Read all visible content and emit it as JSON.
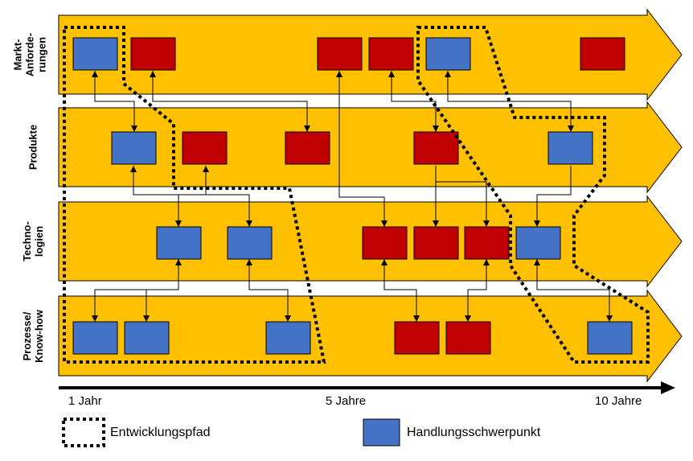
{
  "lanes": [
    {
      "label": "Markt-\nAnforde-\nrungen"
    },
    {
      "label": "Produkte"
    },
    {
      "label": "Techno-\nlogien"
    },
    {
      "label": "Prozesse/\nKnow-how"
    }
  ],
  "timeline": {
    "ticks": [
      "1 Jahr",
      "5 Jahre",
      "10 Jahre"
    ]
  },
  "legend": {
    "path_label": "Entwicklungspfad",
    "focus_label": "Handlungsschwerpunkt"
  },
  "colors": {
    "arrow_fill": "#FFC000",
    "focus_box": "#4472C4",
    "other_box": "#C00000",
    "outline": "#000000"
  },
  "boxes": {
    "lane1": [
      "blue",
      "red",
      "red",
      "red",
      "blue",
      "red"
    ],
    "lane2": [
      "blue",
      "red",
      "red",
      "red",
      "blue"
    ],
    "lane3": [
      "blue",
      "blue",
      "red",
      "red",
      "red",
      "blue"
    ],
    "lane4": [
      "blue",
      "blue",
      "blue",
      "red",
      "red",
      "blue"
    ]
  }
}
